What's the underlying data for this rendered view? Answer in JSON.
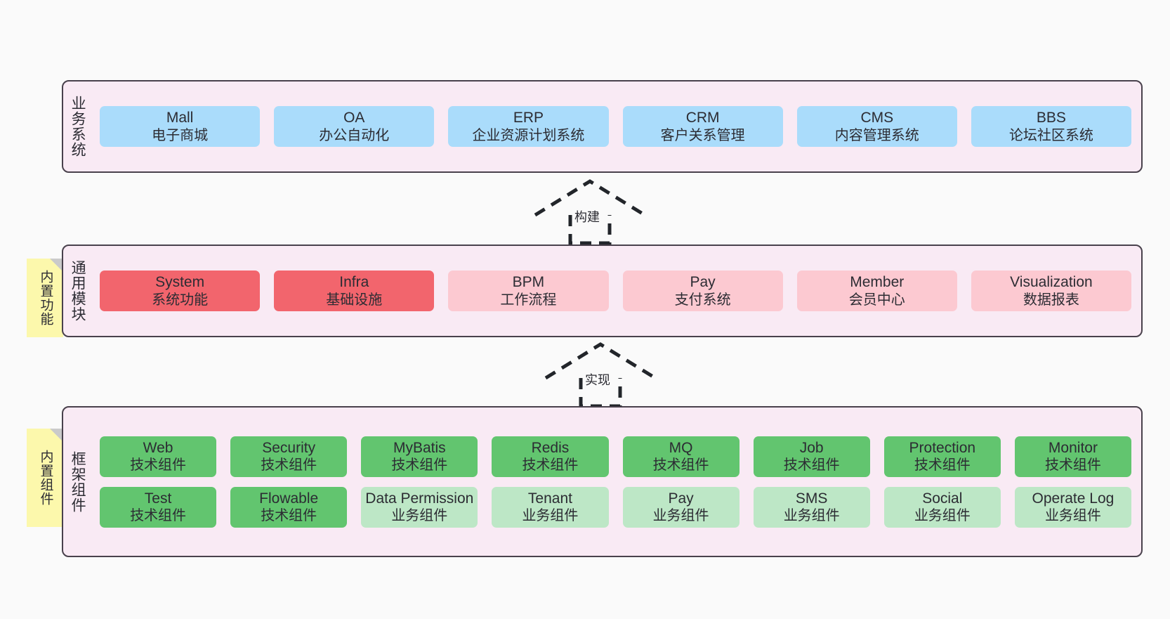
{
  "diagram": {
    "background_color": "#fafafa",
    "layer_fill": "#f9eaf4",
    "layer_border": "#49414c",
    "note_color": "#fcf8ac"
  },
  "layers": [
    {
      "id": "business",
      "title": "业务系统",
      "cards": [
        {
          "name": "Mall",
          "sub": "电子商城",
          "color": "#aadcfb"
        },
        {
          "name": "OA",
          "sub": "办公自动化",
          "color": "#aadcfb"
        },
        {
          "name": "ERP",
          "sub": "企业资源计划系统",
          "color": "#aadcfb"
        },
        {
          "name": "CRM",
          "sub": "客户关系管理",
          "color": "#aadcfb"
        },
        {
          "name": "CMS",
          "sub": "内容管理系统",
          "color": "#aadcfb"
        },
        {
          "name": "BBS",
          "sub": "论坛社区系统",
          "color": "#aadcfb"
        }
      ]
    },
    {
      "id": "modules",
      "title": "通用模块",
      "note": "内置功能",
      "cards": [
        {
          "name": "System",
          "sub": "系统功能",
          "color": "#f2656d"
        },
        {
          "name": "Infra",
          "sub": "基础设施",
          "color": "#f2656d"
        },
        {
          "name": "BPM",
          "sub": "工作流程",
          "color": "#fcc9d1"
        },
        {
          "name": "Pay",
          "sub": "支付系统",
          "color": "#fcc9d1"
        },
        {
          "name": "Member",
          "sub": "会员中心",
          "color": "#fcc9d1"
        },
        {
          "name": "Visualization",
          "sub": "数据报表",
          "color": "#fcc9d1"
        }
      ]
    },
    {
      "id": "framework",
      "title": "框架组件",
      "note": "内置组件",
      "row_top": [
        {
          "name": "Web",
          "sub": "技术组件",
          "color": "#62c56f"
        },
        {
          "name": "Security",
          "sub": "技术组件",
          "color": "#62c56f"
        },
        {
          "name": "MyBatis",
          "sub": "技术组件",
          "color": "#62c56f"
        },
        {
          "name": "Redis",
          "sub": "技术组件",
          "color": "#62c56f"
        },
        {
          "name": "MQ",
          "sub": "技术组件",
          "color": "#62c56f"
        },
        {
          "name": "Job",
          "sub": "技术组件",
          "color": "#62c56f"
        },
        {
          "name": "Protection",
          "sub": "技术组件",
          "color": "#62c56f"
        },
        {
          "name": "Monitor",
          "sub": "技术组件",
          "color": "#62c56f"
        }
      ],
      "row_bottom": [
        {
          "name": "Test",
          "sub": "技术组件",
          "color": "#62c56f"
        },
        {
          "name": "Flowable",
          "sub": "技术组件",
          "color": "#62c56f"
        },
        {
          "name": "Data Permission",
          "sub": "业务组件",
          "color": "#bde7c6"
        },
        {
          "name": "Tenant",
          "sub": "业务组件",
          "color": "#bde7c6"
        },
        {
          "name": "Pay",
          "sub": "业务组件",
          "color": "#bde7c6"
        },
        {
          "name": "SMS",
          "sub": "业务组件",
          "color": "#bde7c6"
        },
        {
          "name": "Social",
          "sub": "业务组件",
          "color": "#bde7c6"
        },
        {
          "name": "Operate Log",
          "sub": "业务组件",
          "color": "#bde7c6"
        }
      ]
    }
  ],
  "connectors": [
    {
      "id": "build",
      "label": "构建"
    },
    {
      "id": "impl",
      "label": "实现"
    }
  ]
}
